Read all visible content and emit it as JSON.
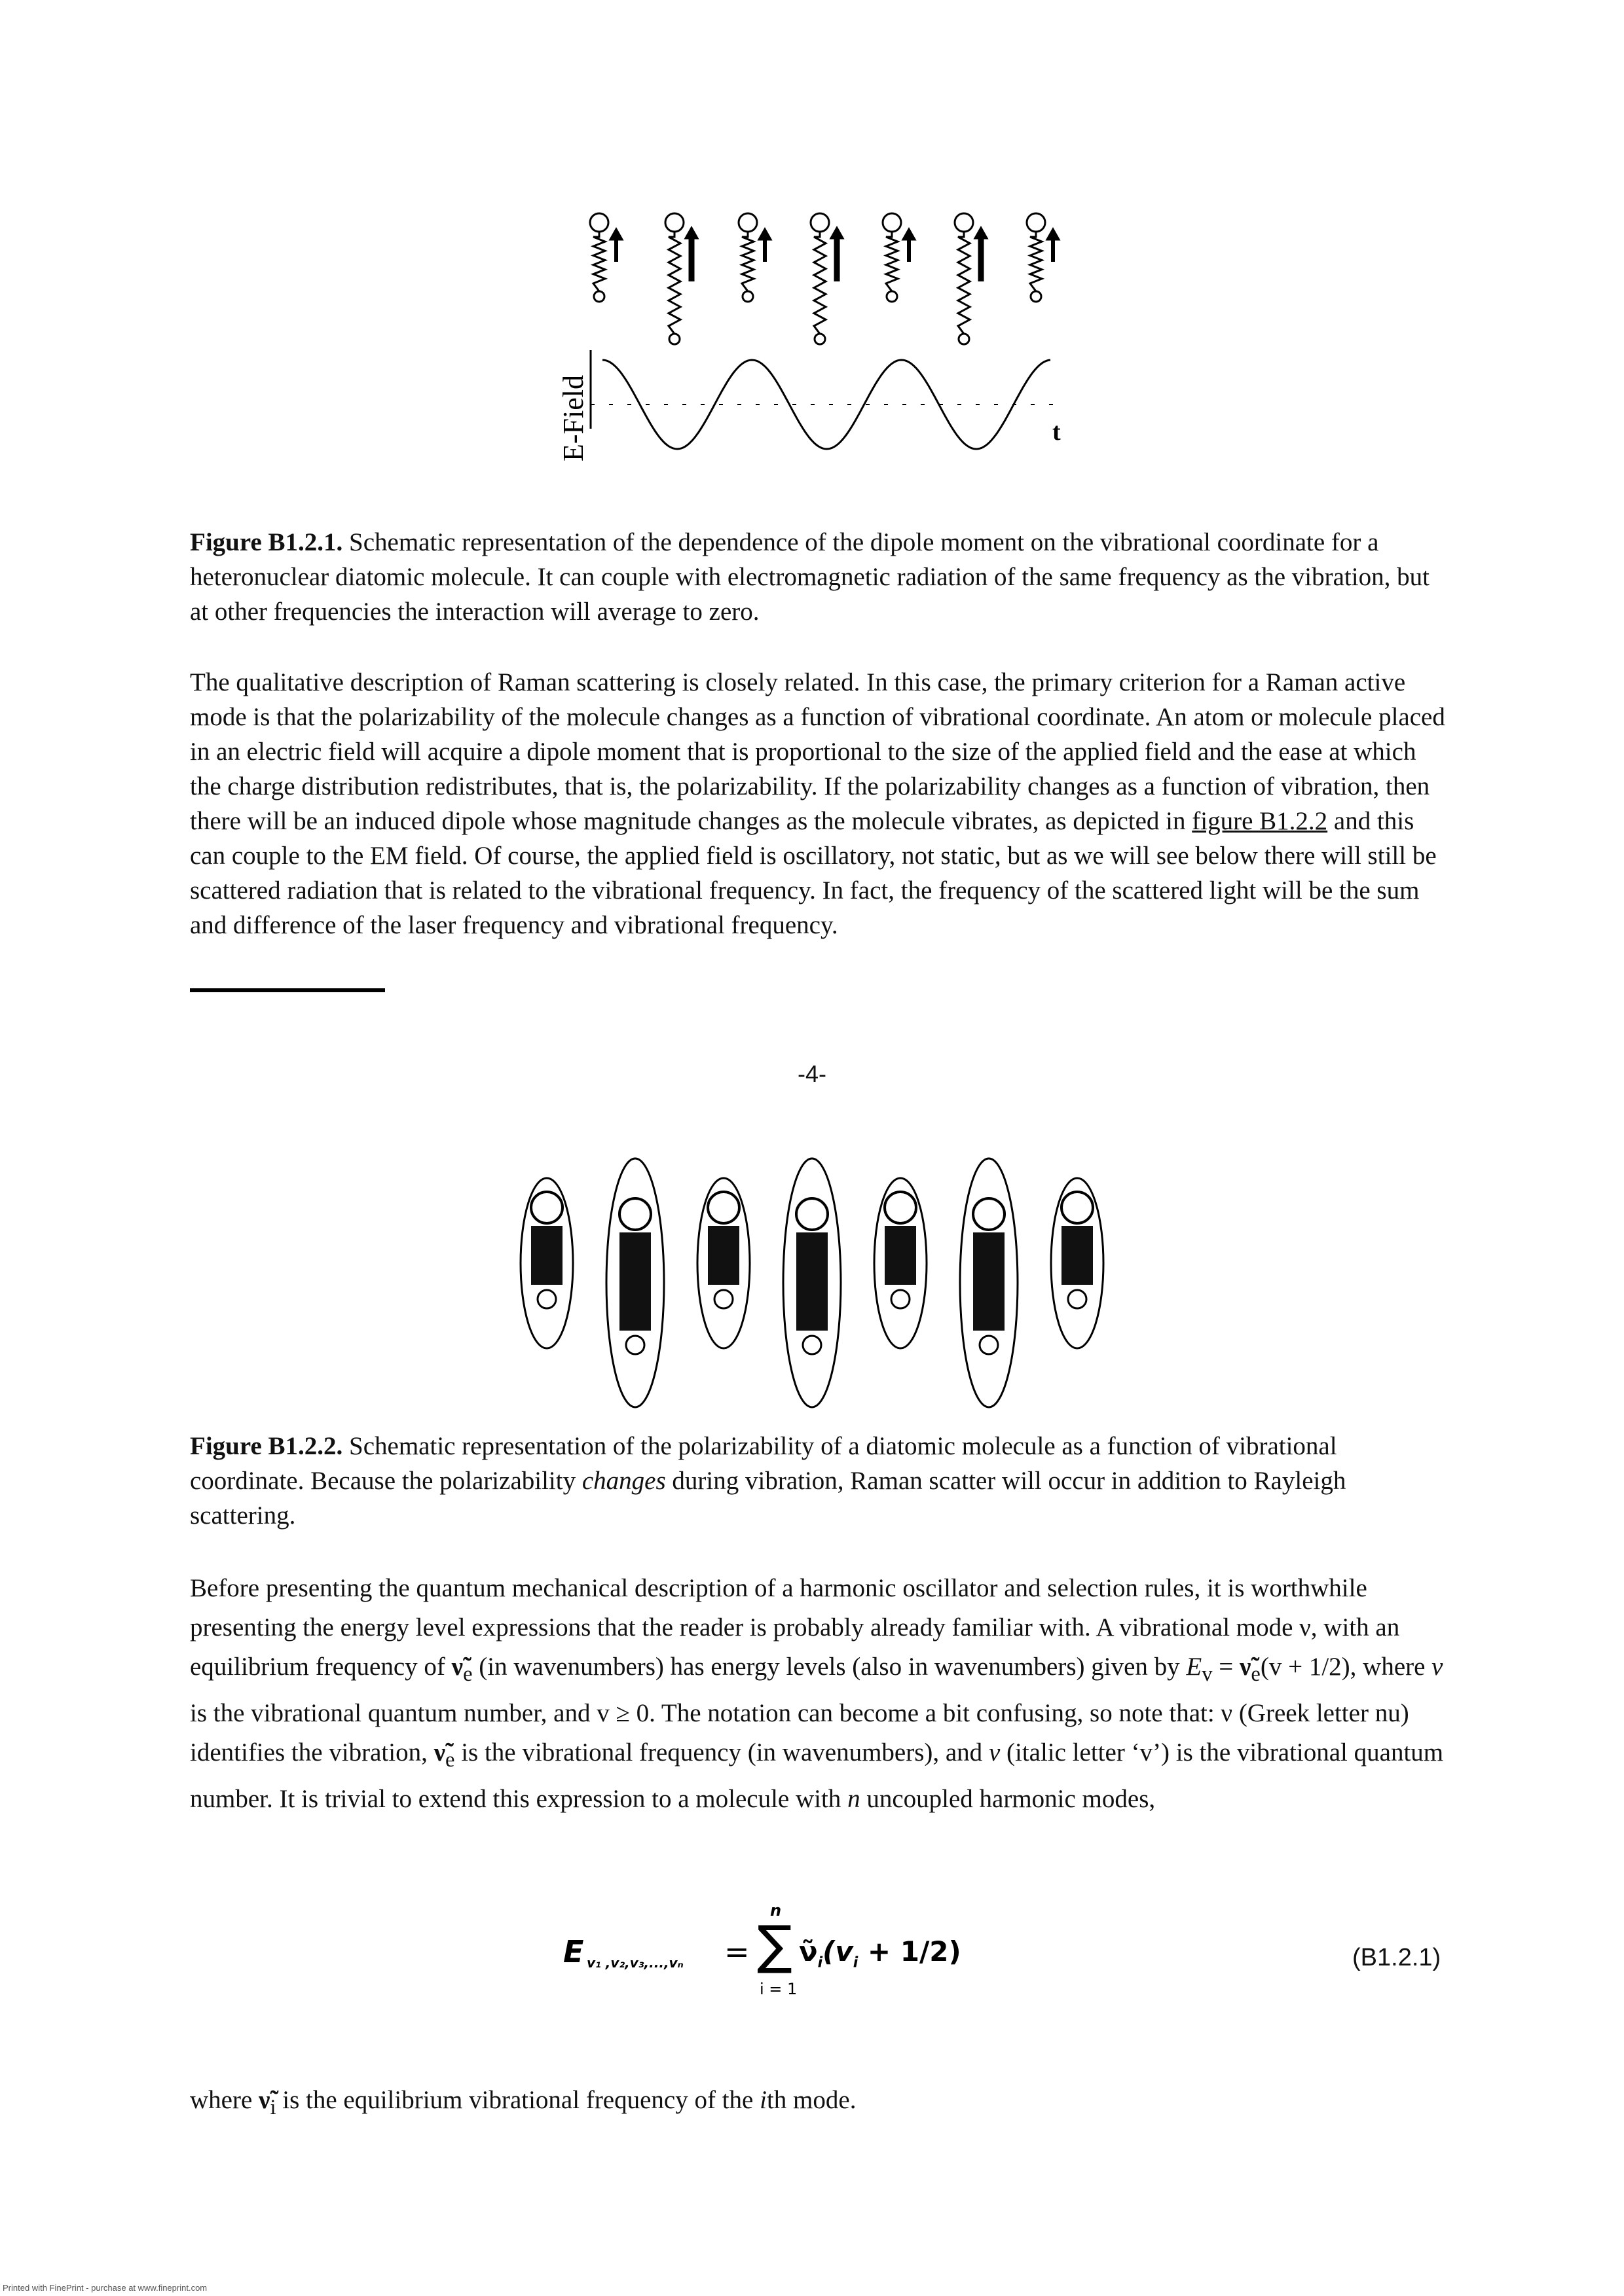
{
  "figure1": {
    "axis_label": "E-Field",
    "time_label": "t",
    "caption_label": "Figure B1.2.1.",
    "caption_text": " Schematic representation of the dependence of the dipole moment on the vibrational coordinate for a heteronuclear diatomic molecule. It can couple with electromagnetic radiation of the same frequency as the vibration, but at other frequencies the interaction will average to zero."
  },
  "paragraph1": {
    "before_link": "The qualitative description of Raman scattering is closely related. In this case, the primary criterion for a Raman active mode is that the polarizability of the molecule changes as a function of vibrational coordinate. An atom or molecule placed in an electric field will acquire a dipole moment that is proportional to the size of the applied field and the ease at which the charge distribution redistributes, that is, the polarizability. If the polarizability changes as a function of vibration, then there will be an induced dipole whose magnitude changes as the molecule vibrates, as depicted in ",
    "link_text": "figure B1.2.2",
    "after_link": " and this can couple to the EM field. Of course, the applied field is oscillatory, not static, but as we will see below there will still be scattered radiation that is related to the vibrational frequency. In fact, the frequency of the scattered light will be the sum and difference of the laser frequency and vibrational frequency."
  },
  "page_number": "-4-",
  "figure2": {
    "caption_label": "Figure B1.2.2.",
    "caption_text_1": " Schematic representation of the polarizability of a diatomic molecule as a function of vibrational coordinate. Because the polarizability ",
    "caption_emph": "changes",
    "caption_text_2": " during vibration, Raman scatter will occur in addition to Rayleigh scattering."
  },
  "paragraph2": {
    "t1": "Before presenting the quantum mechanical description of a harmonic oscillator and selection rules, it is worthwhile presenting the energy level expressions that the reader is probably already familiar with. A vibrational mode ν, with an equilibrium frequency of ",
    "nu_e_1": "ν̃",
    "sub_e_1": "e",
    "t2": " (in wavenumbers) has energy levels (also in wavenumbers) given by ",
    "E": "E",
    "sub_v": "v",
    "t3": " = ",
    "nu_e_2": "ν̃",
    "sub_e_2": "e",
    "t4": "(v + 1/2), where ",
    "v_italic_1": "v",
    "t5": " is the vibrational quantum number, and v ≥ 0. The notation can become a bit confusing, so note that: ν (Greek letter nu) identifies the vibration, ",
    "nu_e_3": "ν̃",
    "sub_e_3": "e",
    "t6": " is the vibrational frequency (in wavenumbers), and ",
    "v_italic_2": "v",
    "t7": " (italic letter ‘v’) is the vibrational quantum number. It is trivial to extend this expression to a molecule with ",
    "n_italic": "n",
    "t8": " uncoupled harmonic modes,"
  },
  "equation": {
    "lhs": "E",
    "lhs_sub": "v₁ ,v₂,v₃,...,vₙ",
    "equals": "=",
    "sum_top": "n",
    "sum_symbol": "∑",
    "sum_bottom": "i = 1",
    "rhs_nu": "ν̃",
    "rhs_nu_sub": "i",
    "rhs_rest": "(v",
    "rhs_v_sub": "i",
    "rhs_end": " + 1/2)",
    "label": "(B1.2.1)"
  },
  "final_line": {
    "t1": "where ",
    "nu": "ν̃",
    "sub": "i",
    "t2": " is the equilibrium vibrational frequency of the ",
    "i_italic": "i",
    "t3": "th mode."
  },
  "footer": "Printed with FinePrint - purchase at www.fineprint.com"
}
